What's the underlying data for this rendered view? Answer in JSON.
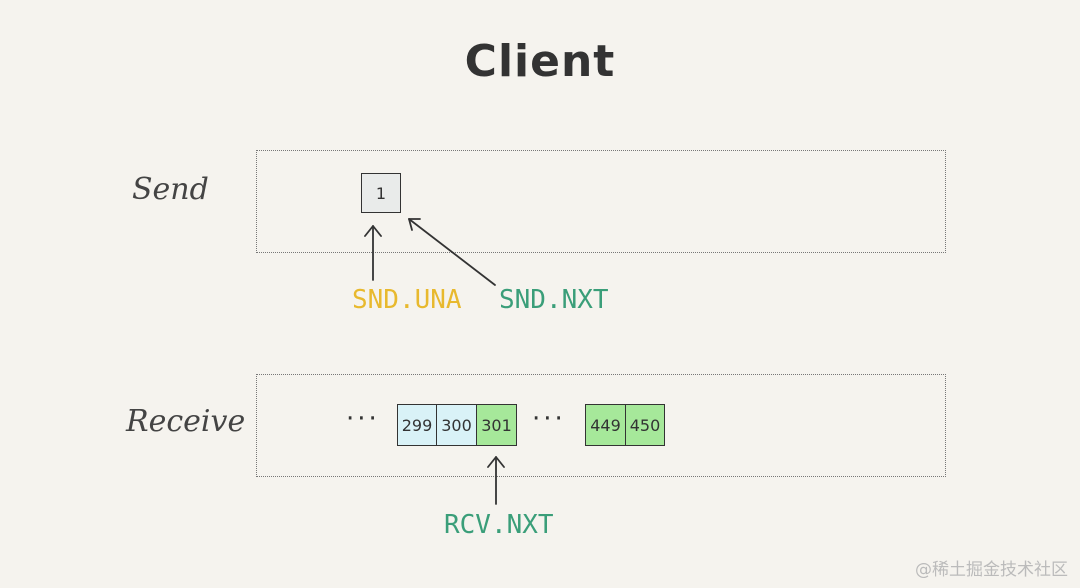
{
  "title": "Client",
  "rows": {
    "send_label": "Send",
    "receive_label": "Receive"
  },
  "send_buffer": {
    "cells": [
      {
        "text": "1",
        "color": "#e9ebea"
      }
    ]
  },
  "receive_buffer": {
    "leading_dots": "···",
    "middle_dots": "···",
    "cells_group1": [
      {
        "text": "299",
        "color": "#d9f2f7"
      },
      {
        "text": "300",
        "color": "#d9f2f7"
      },
      {
        "text": "301",
        "color": "#a6e89a"
      }
    ],
    "cells_group2": [
      {
        "text": "449",
        "color": "#a6e89a"
      },
      {
        "text": "450",
        "color": "#a6e89a"
      }
    ]
  },
  "pointers": {
    "snd_una": {
      "label": "SND.UNA",
      "color": "#e8b92e"
    },
    "snd_nxt": {
      "label": "SND.NXT",
      "color": "#3a9e79"
    },
    "rcv_nxt": {
      "label": "RCV.NXT",
      "color": "#3a9e79"
    }
  },
  "watermark": "@稀土掘金技术社区"
}
